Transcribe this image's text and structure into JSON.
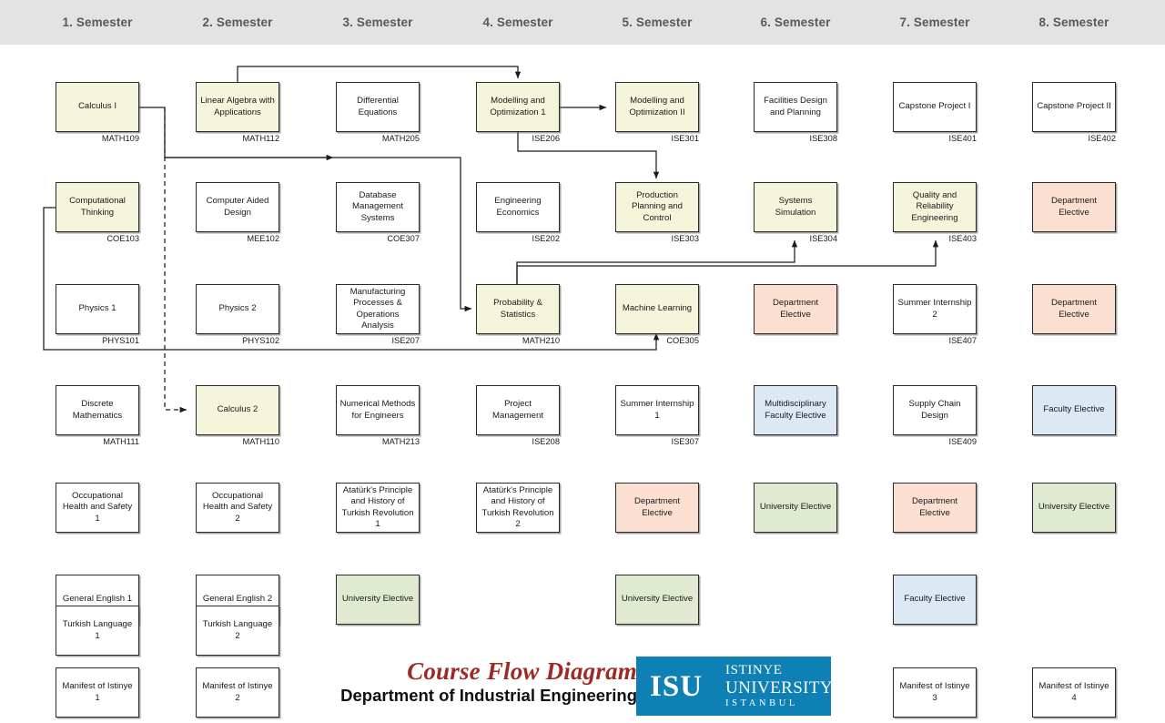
{
  "header": {
    "background": "#e4e3e3",
    "semesters": [
      {
        "label": "1. Semester"
      },
      {
        "label": "2. Semester"
      },
      {
        "label": "3. Semester"
      },
      {
        "label": "4. Semester"
      },
      {
        "label": "5. Semester"
      },
      {
        "label": "6. Semester"
      },
      {
        "label": "7. Semester"
      },
      {
        "label": "8. Semester"
      }
    ]
  },
  "legend_colors": {
    "core_course": "#f5f5dc",
    "plain_course": "#ffffff",
    "department_elective": "#fbe0d2",
    "faculty_elective": "#dce9f5",
    "university_elective": "#dfead0",
    "brand_blue": "#0e80b4",
    "title_red": "#9e2b23"
  },
  "courses": [
    {
      "id": "MATH109",
      "name": "Calculus I",
      "code": "MATH109",
      "col": 1,
      "row": 1,
      "fill": "core"
    },
    {
      "id": "MATH112",
      "name": "Linear Algebra with Applications",
      "code": "MATH112",
      "col": 2,
      "row": 1,
      "fill": "core"
    },
    {
      "id": "MATH205",
      "name": "Differential Equations",
      "code": "MATH205",
      "col": 3,
      "row": 1,
      "fill": "plain"
    },
    {
      "id": "ISE206",
      "name": "Modelling and Optimization 1",
      "code": "ISE206",
      "col": 4,
      "row": 1,
      "fill": "core"
    },
    {
      "id": "ISE301",
      "name": "Modelling and Optimization II",
      "code": "ISE301",
      "col": 5,
      "row": 1,
      "fill": "core"
    },
    {
      "id": "ISE308",
      "name": "Facilities Design and Planning",
      "code": "ISE308",
      "col": 6,
      "row": 1,
      "fill": "plain"
    },
    {
      "id": "ISE401",
      "name": "Capstone Project I",
      "code": "ISE401",
      "col": 7,
      "row": 1,
      "fill": "plain"
    },
    {
      "id": "ISE402",
      "name": "Capstone Project II",
      "code": "ISE402",
      "col": 8,
      "row": 1,
      "fill": "plain"
    },
    {
      "id": "COE103",
      "name": "Computational Thinking",
      "code": "COE103",
      "col": 1,
      "row": 2,
      "fill": "core"
    },
    {
      "id": "MEE102",
      "name": "Computer Aided Design",
      "code": "MEE102",
      "col": 2,
      "row": 2,
      "fill": "plain"
    },
    {
      "id": "COE307",
      "name": "Database Management Systems",
      "code": "COE307",
      "col": 3,
      "row": 2,
      "fill": "plain"
    },
    {
      "id": "ISE202",
      "name": "Engineering Economics",
      "code": "ISE202",
      "col": 4,
      "row": 2,
      "fill": "plain"
    },
    {
      "id": "ISE303",
      "name": "Production Planning and Control",
      "code": "ISE303",
      "col": 5,
      "row": 2,
      "fill": "core"
    },
    {
      "id": "ISE304",
      "name": "Systems Simulation",
      "code": "ISE304",
      "col": 6,
      "row": 2,
      "fill": "core"
    },
    {
      "id": "ISE403",
      "name": "Quality and Reliability Engineering",
      "code": "ISE403",
      "col": 7,
      "row": 2,
      "fill": "core"
    },
    {
      "id": "DEPT-R2C8",
      "name": "Department Elective",
      "code": "",
      "col": 8,
      "row": 2,
      "fill": "dept"
    },
    {
      "id": "PHYS101",
      "name": "Physics 1",
      "code": "PHYS101",
      "col": 1,
      "row": 3,
      "fill": "plain"
    },
    {
      "id": "PHYS102",
      "name": "Physics 2",
      "code": "PHYS102",
      "col": 2,
      "row": 3,
      "fill": "plain"
    },
    {
      "id": "ISE207",
      "name": "Manufacturing Processes & Operations Analysis",
      "code": "ISE207",
      "col": 3,
      "row": 3,
      "fill": "plain"
    },
    {
      "id": "MATH210",
      "name": "Probability & Statistics",
      "code": "MATH210",
      "col": 4,
      "row": 3,
      "fill": "core"
    },
    {
      "id": "COE305",
      "name": "Machine Learning",
      "code": "COE305",
      "col": 5,
      "row": 3,
      "fill": "core"
    },
    {
      "id": "DEPT-R3C6",
      "name": "Department Elective",
      "code": "",
      "col": 6,
      "row": 3,
      "fill": "dept"
    },
    {
      "id": "ISE407",
      "name": "Summer Internship 2",
      "code": "ISE407",
      "col": 7,
      "row": 3,
      "fill": "plain"
    },
    {
      "id": "DEPT-R3C8",
      "name": "Department Elective",
      "code": "",
      "col": 8,
      "row": 3,
      "fill": "dept"
    },
    {
      "id": "MATH111",
      "name": "Discrete Mathematics",
      "code": "MATH111",
      "col": 1,
      "row": 4,
      "fill": "plain"
    },
    {
      "id": "MATH110",
      "name": "Calculus 2",
      "code": "MATH110",
      "col": 2,
      "row": 4,
      "fill": "core"
    },
    {
      "id": "MATH213",
      "name": "Numerical Methods for Engineers",
      "code": "MATH213",
      "col": 3,
      "row": 4,
      "fill": "plain"
    },
    {
      "id": "ISE208",
      "name": "Project Management",
      "code": "ISE208",
      "col": 4,
      "row": 4,
      "fill": "plain"
    },
    {
      "id": "ISE307",
      "name": "Summer Internship 1",
      "code": "ISE307",
      "col": 5,
      "row": 4,
      "fill": "plain"
    },
    {
      "id": "MFE-R4C6",
      "name": "Multidisciplinary Faculty Elective",
      "code": "",
      "col": 6,
      "row": 4,
      "fill": "fac"
    },
    {
      "id": "ISE409",
      "name": "Supply Chain Design",
      "code": "ISE409",
      "col": 7,
      "row": 4,
      "fill": "plain"
    },
    {
      "id": "FE-R4C8",
      "name": "Faculty Elective",
      "code": "",
      "col": 8,
      "row": 4,
      "fill": "fac"
    },
    {
      "id": "OHS1",
      "name": "Occupational Health and Safety 1",
      "code": "",
      "col": 1,
      "row": 5,
      "fill": "plain"
    },
    {
      "id": "OHS2",
      "name": "Occupational Health and Safety 2",
      "code": "",
      "col": 2,
      "row": 5,
      "fill": "plain"
    },
    {
      "id": "ATA1",
      "name": "Atatürk's Principle and History of Turkish Revolution 1",
      "code": "",
      "col": 3,
      "row": 5,
      "fill": "plain"
    },
    {
      "id": "ATA2",
      "name": "Atatürk's Principle and History of Turkish Revolution 2",
      "code": "",
      "col": 4,
      "row": 5,
      "fill": "plain"
    },
    {
      "id": "DEPT-R5C5",
      "name": "Department Elective",
      "code": "",
      "col": 5,
      "row": 5,
      "fill": "dept"
    },
    {
      "id": "UE-R5C6",
      "name": "University Elective",
      "code": "",
      "col": 6,
      "row": 5,
      "fill": "univ"
    },
    {
      "id": "DEPT-R5C7",
      "name": "Department Elective",
      "code": "",
      "col": 7,
      "row": 5,
      "fill": "dept"
    },
    {
      "id": "UE-R5C8",
      "name": "University Elective",
      "code": "",
      "col": 8,
      "row": 5,
      "fill": "univ"
    },
    {
      "id": "ENG1",
      "name": "General English 1",
      "code": "",
      "col": 1,
      "row": 6,
      "fill": "plain"
    },
    {
      "id": "ENG2",
      "name": "General English 2",
      "code": "",
      "col": 2,
      "row": 6,
      "fill": "plain"
    },
    {
      "id": "UE-R6C3",
      "name": "University Elective",
      "code": "",
      "col": 3,
      "row": 6,
      "fill": "univ"
    },
    {
      "id": "UE-R6C5",
      "name": "University Elective",
      "code": "",
      "col": 5,
      "row": 6,
      "fill": "univ"
    },
    {
      "id": "FE-R6C7",
      "name": "Faculty Elective",
      "code": "",
      "col": 7,
      "row": 6,
      "fill": "fac"
    },
    {
      "id": "TUR1",
      "name": "Turkish Language 1",
      "code": "",
      "col": 1,
      "row": 7,
      "fill": "plain"
    },
    {
      "id": "TUR2",
      "name": "Turkish Language 2",
      "code": "",
      "col": 2,
      "row": 7,
      "fill": "plain"
    },
    {
      "id": "MAN1",
      "name": "Manifest of Istinye 1",
      "code": "",
      "col": 1,
      "row": 8,
      "fill": "plain"
    },
    {
      "id": "MAN2",
      "name": "Manifest of Istinye 2",
      "code": "",
      "col": 2,
      "row": 8,
      "fill": "plain"
    },
    {
      "id": "MAN3",
      "name": "Manifest of Istinye 3",
      "code": "",
      "col": 7,
      "row": 8,
      "fill": "plain"
    },
    {
      "id": "MAN4",
      "name": "Manifest of Istinye 4",
      "code": "",
      "col": 8,
      "row": 8,
      "fill": "plain"
    }
  ],
  "prerequisites": [
    {
      "from": "MATH112",
      "to": "ISE206",
      "style": "solid"
    },
    {
      "from": "MATH109",
      "to": "MATH110",
      "style": "dashed"
    },
    {
      "from": "MATH109",
      "to": "MATH210",
      "style": "solid"
    },
    {
      "from": "ISE206",
      "to": "ISE301",
      "style": "solid"
    },
    {
      "from": "ISE206",
      "to": "ISE303",
      "style": "solid"
    },
    {
      "from": "MATH210",
      "to": "ISE304",
      "style": "solid"
    },
    {
      "from": "MATH210",
      "to": "ISE403",
      "style": "solid"
    },
    {
      "from": "COE103",
      "to": "COE305",
      "style": "solid"
    }
  ],
  "footer": {
    "title_line1": "Course Flow Diagram",
    "title_line2": "Department of Industrial Engineering",
    "logo": {
      "mark": "ISU",
      "line1": "ISTINYE",
      "line2": "UNIVERSITY",
      "line3": "ISTANBUL"
    }
  }
}
